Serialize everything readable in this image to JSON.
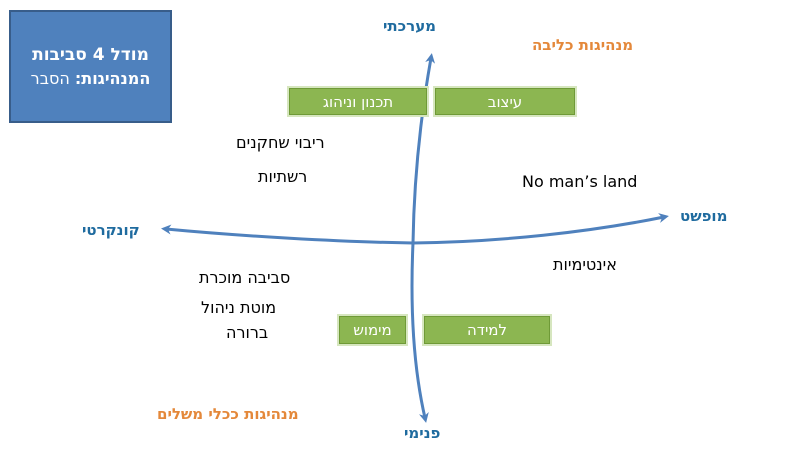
{
  "title": {
    "line1": "מודל 4 סביבות",
    "line2_bold": "המנהיגות:",
    "line2_rest": " הסבר"
  },
  "axes": {
    "top": "מערכתי",
    "bottom": "פנימי",
    "left": "קונקרטי",
    "right": "מופשט"
  },
  "quadrant_titles": {
    "top_right": "מנהיגות כליבה",
    "bottom_left": "מנהיגות ככלי משלים"
  },
  "boxes": {
    "planning": "תכנון וניהוג",
    "design": "עיצוב",
    "implementation": "מימוש",
    "learning": "למידה"
  },
  "notes": {
    "multi_players": "ריבוי שחקנים",
    "networks": "רשתיות",
    "no_mans_land": "No man’s land",
    "intimacy": "אינטימיות",
    "familiar_env": "סביבה מוכרת",
    "mgmt_clear_1": "מוטת ניהול",
    "mgmt_clear_2": "ברורה"
  },
  "colors": {
    "axis_arrow": "#4f81bd",
    "axis_text": "#1f6b9f",
    "box_green": "#8cb651",
    "title_box": "#4f81bd",
    "orange_text": "#e4883a"
  }
}
